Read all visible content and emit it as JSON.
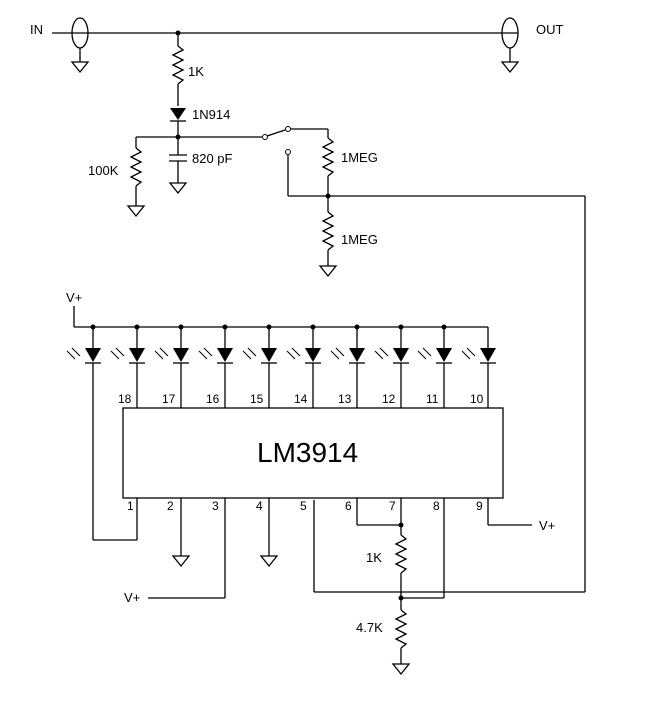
{
  "labels": {
    "in": "IN",
    "out": "OUT",
    "r_1k_top": "1K",
    "diode": "1N914",
    "cap": "820 pF",
    "r_100k": "100K",
    "r_1meg_a": "1MEG",
    "r_1meg_b": "1MEG",
    "vplus_top": "V+",
    "vplus_pin9": "V+",
    "vplus_pin3": "V+",
    "r_1k_bottom": "1K",
    "r_4k7": "4.7K"
  },
  "ic": {
    "name": "LM3914",
    "top_pins": [
      "18",
      "17",
      "16",
      "15",
      "14",
      "13",
      "12",
      "11",
      "10"
    ],
    "bottom_pins": [
      "1",
      "2",
      "3",
      "4",
      "5",
      "6",
      "7",
      "8",
      "9"
    ]
  },
  "icons": {
    "led": "led-icon",
    "ground": "ground-icon",
    "resistor": "resistor-icon",
    "diode": "diode-icon",
    "capacitor": "capacitor-icon",
    "switch": "switch-icon",
    "connector": "shielded-connector-icon"
  },
  "colors": {
    "wire": "#000000",
    "background": "#ffffff"
  }
}
